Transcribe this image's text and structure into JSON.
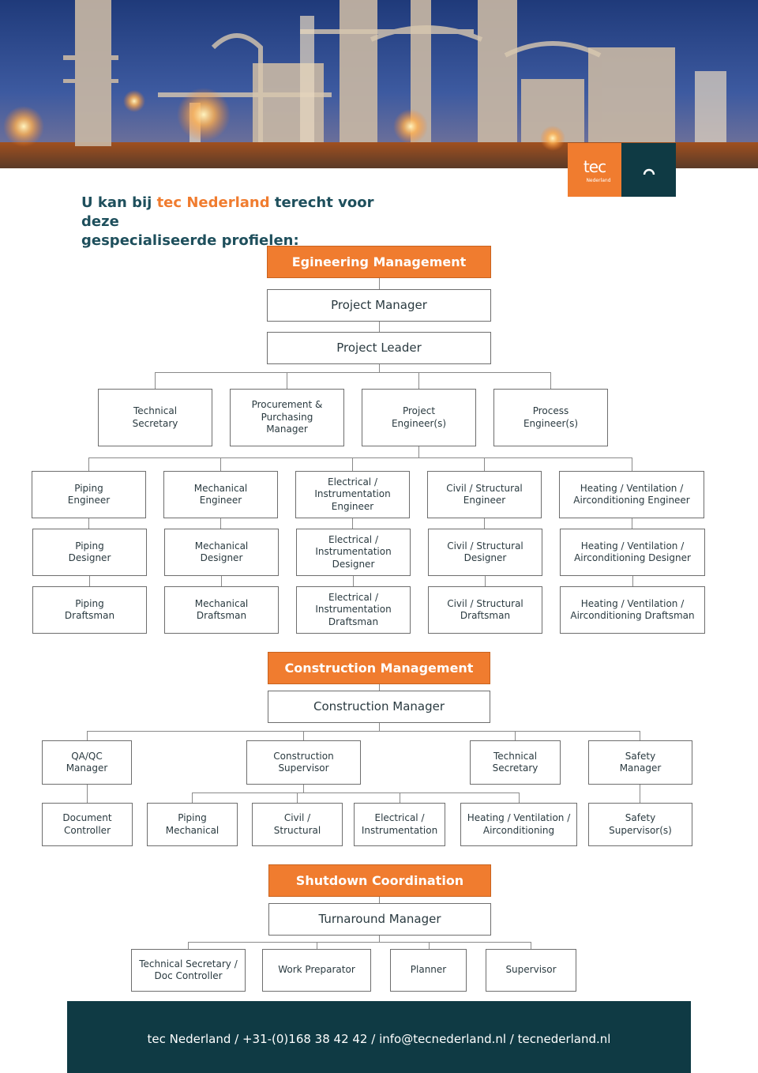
{
  "logo": {
    "wordmark": "tec",
    "sub": "Nederland"
  },
  "intro": {
    "line1_prefix": "U kan bij ",
    "brand": "tec Nederland",
    "line1_suffix": " terecht voor deze",
    "line2": "gespecialiseerde profielen:"
  },
  "engineering": {
    "header": "Egineering Management",
    "project_manager": "Project Manager",
    "project_leader": "Project Leader",
    "row1": [
      "Technical\nSecretary",
      "Procurement &\nPurchasing\nManager",
      "Project\nEngineer(s)",
      "Process\nEngineer(s)"
    ],
    "engineers": [
      "Piping\nEngineer",
      "Mechanical\nEngineer",
      "Electrical /\nInstrumentation\nEngineer",
      "Civil / Structural\nEngineer",
      "Heating / Ventilation /\nAirconditioning Engineer"
    ],
    "designers": [
      "Piping\nDesigner",
      "Mechanical\nDesigner",
      "Electrical /\nInstrumentation\nDesigner",
      "Civil / Structural\nDesigner",
      "Heating / Ventilation /\nAirconditioning Designer"
    ],
    "draftsmen": [
      "Piping\nDraftsman",
      "Mechanical\nDraftsman",
      "Electrical /\nInstrumentation\nDraftsman",
      "Civil / Structural\nDraftsman",
      "Heating / Ventilation /\nAirconditioning Draftsman"
    ]
  },
  "construction": {
    "header": "Construction Management",
    "manager": "Construction Manager",
    "row1": [
      "QA/QC\nManager",
      "Construction\nSupervisor",
      "Technical\nSecretary",
      "Safety\nManager"
    ],
    "row2": [
      "Document\nController",
      "Piping\nMechanical",
      "Civil /\nStructural",
      "Electrical /\nInstrumentation",
      "Heating / Ventilation /\nAirconditioning",
      "Safety\nSupervisor(s)"
    ]
  },
  "shutdown": {
    "header": "Shutdown Coordination",
    "manager": "Turnaround Manager",
    "row1": [
      "Technical Secretary /\nDoc Controller",
      "Work Preparator",
      "Planner",
      "Supervisor"
    ]
  },
  "footer": "tec Nederland / +31-(0)168 38 42 42 / info@tecnederland.nl / tecnederland.nl",
  "colors": {
    "accent": "#f07c2f",
    "dark": "#0f3a44",
    "text": "#1e4f5c"
  }
}
